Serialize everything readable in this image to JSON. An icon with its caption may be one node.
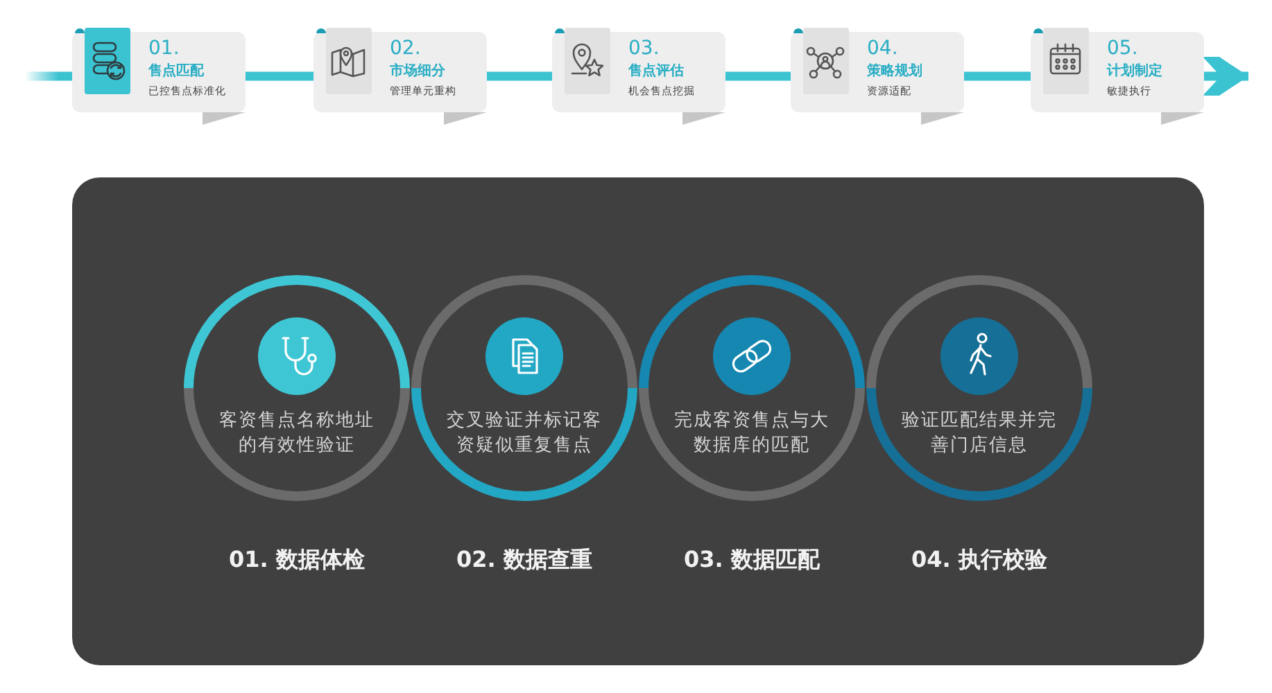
{
  "diagram": {
    "nodes": [
      {
        "text": [
          "01.",
          "售点匹配",
          "已控售点标准化"
        ]
      },
      {
        "text": [
          "02.",
          "市场细分",
          "管理单元重构"
        ]
      },
      {
        "text": [
          "03.",
          "售点评估",
          "机会售点挖掘"
        ]
      },
      {
        "text": [
          "04.",
          "策略规划",
          "资源适配"
        ]
      },
      {
        "text": [
          "05.",
          "计划制定",
          "敏捷执行"
        ]
      },
      {
        "text": [
          "客资售点名称地址的有效性验证",
          "01. 数据体检"
        ]
      },
      {
        "text": [
          "交叉验证并标记客资疑似重复售点",
          "02. 数据查重"
        ]
      },
      {
        "text": [
          "完成客资售点与大数据库的匹配",
          "03. 数据匹配"
        ]
      },
      {
        "text": [
          "验证匹配结果并完善门店信息",
          "04. 执行校验"
        ]
      }
    ],
    "edges": [
      {
        "from": null,
        "to": 0,
        "arrow": "none"
      },
      {
        "from": 0,
        "to": 1,
        "arrow": "none"
      },
      {
        "from": 1,
        "to": 2,
        "arrow": "none"
      },
      {
        "from": 2,
        "to": 3,
        "arrow": "none"
      },
      {
        "from": 3,
        "to": 4,
        "arrow": "none"
      },
      {
        "from": 4,
        "to": null,
        "arrow": "to"
      }
    ]
  }
}
